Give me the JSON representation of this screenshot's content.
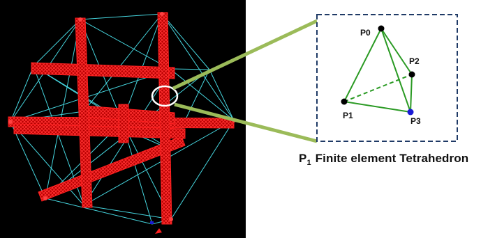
{
  "caption": {
    "main": "P",
    "subscript": "1",
    "text": "Finite element Tetrahedron"
  },
  "tetrahedron": {
    "vertices": [
      {
        "label": "P0",
        "color": "#000000"
      },
      {
        "label": "P1",
        "color": "#000000"
      },
      {
        "label": "P2",
        "color": "#000000"
      },
      {
        "label": "P3",
        "color": "#1a1ad6"
      }
    ],
    "edge_color": "#2a9a23",
    "box_border_color": "#1f3a66"
  },
  "mesh_view": {
    "background": "#000000",
    "rod_color": "#ff1a1a",
    "wire_color": "#46d6df",
    "highlight_ring_color": "#ffffff",
    "callout_color": "#9bbb59"
  }
}
